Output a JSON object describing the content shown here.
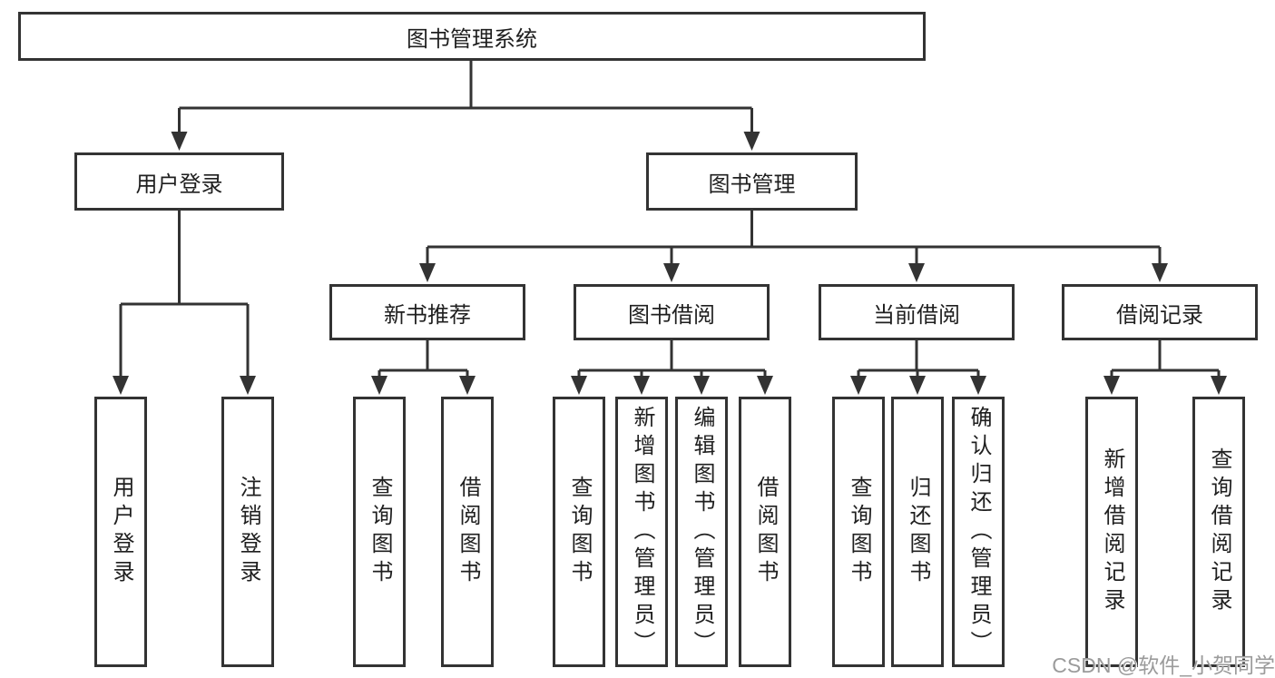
{
  "diagram": {
    "root": {
      "label": "图书管理系统"
    },
    "branches": [
      {
        "label": "用户登录",
        "children": [
          {
            "label": "用户登录"
          },
          {
            "label": "注销登录"
          }
        ]
      },
      {
        "label": "图书管理",
        "groups": [
          {
            "label": "新书推荐",
            "children": [
              {
                "label": "查询图书"
              },
              {
                "label": "借阅图书"
              }
            ]
          },
          {
            "label": "图书借阅",
            "children": [
              {
                "label": "查询图书"
              },
              {
                "label": "新增图书（管理员）"
              },
              {
                "label": "编辑图书（管理员）"
              },
              {
                "label": "借阅图书"
              }
            ]
          },
          {
            "label": "当前借阅",
            "children": [
              {
                "label": "查询图书"
              },
              {
                "label": "归还图书"
              },
              {
                "label": "确认归还（管理员）"
              }
            ]
          },
          {
            "label": "借阅记录",
            "children": [
              {
                "label": "新增借阅记录"
              },
              {
                "label": "查询借阅记录"
              }
            ]
          }
        ]
      }
    ]
  },
  "watermark": "CSDN @软件_小贺同学",
  "colors": {
    "line": "#333333",
    "box_border": "#333333",
    "text": "#1f1f1f",
    "watermark": "#9b9b9b",
    "background": "#ffffff"
  }
}
